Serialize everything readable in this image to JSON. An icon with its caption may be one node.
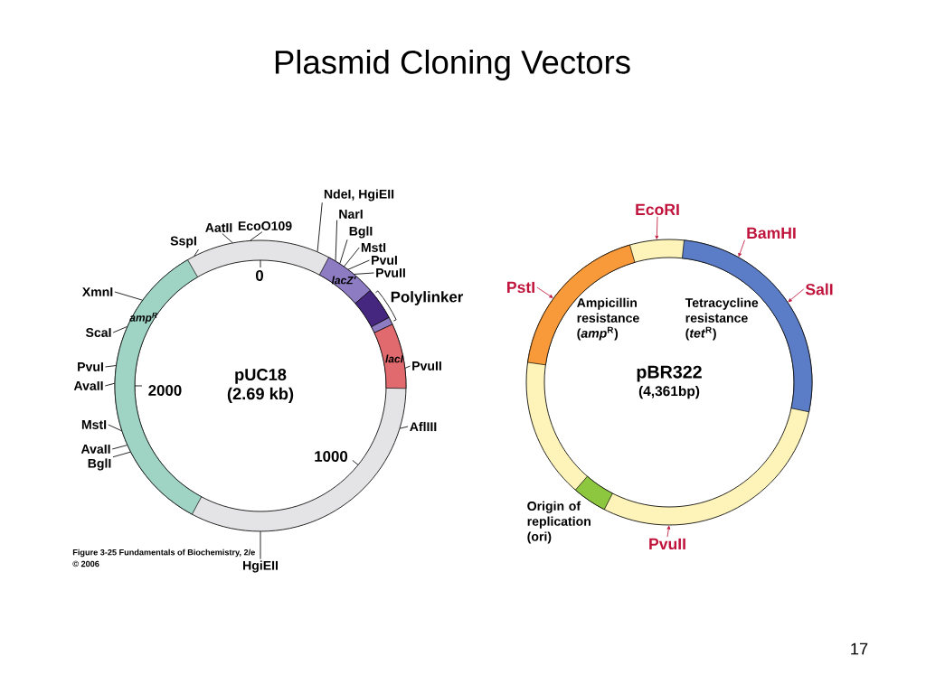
{
  "diagram": {
    "title": "Plasmid Cloning Vectors",
    "nodes": [
      {
        "text": [
          "pUC18",
          "(2.69 kb)"
        ]
      },
      {
        "text": [
          "lacZ'"
        ],
        "in": 0
      },
      {
        "text": [
          "Polylinker"
        ],
        "in": 0
      },
      {
        "text": [
          "lacI"
        ],
        "in": 0
      },
      {
        "text": [
          "amp$^{R}$"
        ],
        "in": 0
      },
      {
        "text": [
          "NdeI, HgiEII"
        ]
      },
      {
        "text": [
          "NarI"
        ]
      },
      {
        "text": [
          "BglI"
        ]
      },
      {
        "text": [
          "MstI"
        ]
      },
      {
        "text": [
          "PvuI"
        ]
      },
      {
        "text": [
          "PvuII"
        ]
      },
      {
        "text": [
          "PvuII"
        ]
      },
      {
        "text": [
          "AflIII"
        ]
      },
      {
        "text": [
          "HgiEII"
        ]
      },
      {
        "text": [
          "BglI"
        ]
      },
      {
        "text": [
          "AvaII"
        ]
      },
      {
        "text": [
          "MstI"
        ]
      },
      {
        "text": [
          "AvaII"
        ]
      },
      {
        "text": [
          "PvuI"
        ]
      },
      {
        "text": [
          "ScaI"
        ]
      },
      {
        "text": [
          "XmnI"
        ]
      },
      {
        "text": [
          "SspI"
        ]
      },
      {
        "text": [
          "AatII"
        ]
      },
      {
        "text": [
          "EcoO109"
        ]
      },
      {
        "text": [
          "pBR322",
          "(4,361bp)"
        ]
      },
      {
        "text": [
          "Ampicillin resistance (*amp*$^{R}$)"
        ],
        "in": 24
      },
      {
        "text": [
          "Tetracycline resistance (*tet*$^{R}$)"
        ],
        "in": 24
      },
      {
        "text": [
          "Origin of replication (ori)"
        ],
        "in": 24
      },
      {
        "text": [
          "EcoRI"
        ]
      },
      {
        "text": [
          "BamHI"
        ]
      },
      {
        "text": [
          "SalI"
        ]
      },
      {
        "text": [
          "PstI"
        ]
      },
      {
        "text": [
          "PvuII"
        ]
      }
    ],
    "edges": [
      {
        "from": 5,
        "to": 0,
        "arrow": "none"
      },
      {
        "from": 6,
        "to": 0,
        "arrow": "none"
      },
      {
        "from": 7,
        "to": 0,
        "arrow": "none"
      },
      {
        "from": 8,
        "to": 0,
        "arrow": "none"
      },
      {
        "from": 9,
        "to": 0,
        "arrow": "none"
      },
      {
        "from": 10,
        "to": 0,
        "arrow": "none"
      },
      {
        "from": 11,
        "to": 0,
        "arrow": "none"
      },
      {
        "from": 12,
        "to": 0,
        "arrow": "none"
      },
      {
        "from": 13,
        "to": 0,
        "arrow": "none"
      },
      {
        "from": 14,
        "to": 0,
        "arrow": "none"
      },
      {
        "from": 15,
        "to": 0,
        "arrow": "none"
      },
      {
        "from": 16,
        "to": 0,
        "arrow": "none"
      },
      {
        "from": 17,
        "to": 0,
        "arrow": "none"
      },
      {
        "from": 18,
        "to": 0,
        "arrow": "none"
      },
      {
        "from": 19,
        "to": 0,
        "arrow": "none"
      },
      {
        "from": 20,
        "to": 0,
        "arrow": "none"
      },
      {
        "from": 21,
        "to": 0,
        "arrow": "none"
      },
      {
        "from": 22,
        "to": 0,
        "arrow": "none"
      },
      {
        "from": 23,
        "to": 0,
        "arrow": "none"
      },
      {
        "from": 28,
        "to": 24,
        "arrow": "to",
        "color": "#c0143c"
      },
      {
        "from": 29,
        "to": 24,
        "arrow": "to",
        "color": "#c0143c"
      },
      {
        "from": 30,
        "to": 24,
        "arrow": "to",
        "color": "#c0143c"
      },
      {
        "from": 31,
        "to": 24,
        "arrow": "to",
        "color": "#c0143c"
      },
      {
        "from": 32,
        "to": 24,
        "arrow": "to",
        "color": "#c0143c"
      }
    ],
    "labels": [
      "0",
      "2000",
      "1000",
      "Figure 3-25 Fundamentals of Biochemistry, 2/e",
      "© 2006",
      "17"
    ]
  }
}
